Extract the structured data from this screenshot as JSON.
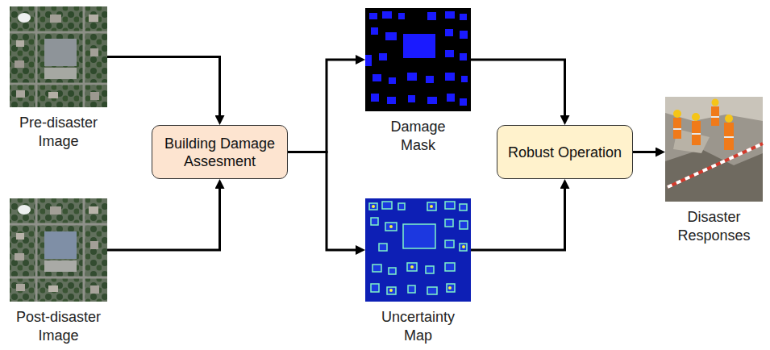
{
  "diagram": {
    "nodes": [
      {
        "text": [
          "Pre-disaster Image"
        ]
      },
      {
        "text": [
          "Post-disaster Image"
        ]
      },
      {
        "text": [
          "Building Damage Assesment"
        ]
      },
      {
        "text": [
          "Damage Mask"
        ]
      },
      {
        "text": [
          "Uncertainty Map"
        ]
      },
      {
        "text": [
          "Robust Operation"
        ]
      },
      {
        "text": [
          "Disaster Responses"
        ]
      }
    ],
    "edges": [
      {
        "from": 0,
        "to": 2,
        "arrow": "to"
      },
      {
        "from": 1,
        "to": 2,
        "arrow": "to"
      },
      {
        "from": 2,
        "to": 3,
        "arrow": "to"
      },
      {
        "from": 2,
        "to": 4,
        "arrow": "to"
      },
      {
        "from": 3,
        "to": 5,
        "arrow": "to"
      },
      {
        "from": 4,
        "to": 5,
        "arrow": "to"
      },
      {
        "from": 5,
        "to": 6,
        "arrow": "to"
      }
    ]
  }
}
